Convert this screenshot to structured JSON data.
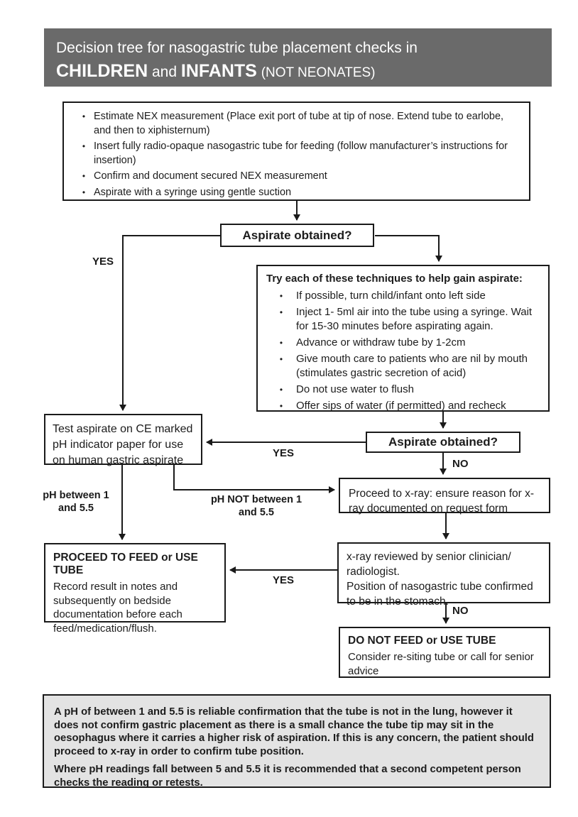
{
  "header": {
    "line1": "Decision tree for nasogastric tube placement checks in",
    "bold1": "CHILDREN",
    "mid": " and ",
    "bold2": "INFANTS",
    "suffix": "(NOT NEONATES)",
    "bg_color": "#6a6a6a",
    "text_color": "#ffffff"
  },
  "boxes": {
    "preparation": {
      "bullets": [
        "Estimate NEX measurement (Place exit port of tube at tip of nose. Extend tube to earlobe, and then to xiphisternum)",
        "Insert fully radio-opaque nasogastric tube for feeding (follow manufacturer’s instructions for insertion)",
        "Confirm and document secured NEX measurement",
        "Aspirate with a syringe using gentle suction"
      ]
    },
    "aspirate_q1": {
      "label": "Aspirate obtained?"
    },
    "techniques": {
      "title": "Try each of these techniques to help gain aspirate:",
      "bullets": [
        "If possible, turn child/infant onto left side",
        "Inject 1- 5ml air into the tube using a syringe. Wait for 15-30 minutes before aspirating again.",
        "Advance or withdraw tube by 1-2cm",
        "Give mouth care to patients who are nil by mouth (stimulates gastric secretion of acid)",
        "Do not use water to flush",
        "Offer sips of water (if permitted) and recheck"
      ]
    },
    "test_aspirate": {
      "text": "Test aspirate on CE marked pH indicator paper for use on human gastric aspirate"
    },
    "aspirate_q2": {
      "label": "Aspirate obtained?"
    },
    "proceed_xray": {
      "text": "Proceed to x-ray: ensure reason for x-ray documented on request form"
    },
    "proceed_feed": {
      "title": "PROCEED TO FEED or USE TUBE",
      "text": "Record result in notes and subsequently on bedside documentation before each feed/medication/flush."
    },
    "xray_review": {
      "line1": "x-ray reviewed by senior clinician/ radiologist.",
      "line2": "Position of nasogastric tube confirmed to be in the stomach."
    },
    "do_not_feed": {
      "title": "DO NOT FEED or USE TUBE",
      "text": "Consider re-siting tube or call for senior advice"
    }
  },
  "labels": {
    "yes1": "YES",
    "yes2": "YES",
    "yes3": "YES",
    "no1": "NO",
    "no2": "NO",
    "ph_in_range": "pH between 1 and 5.5",
    "ph_out_range": "pH NOT between 1 and 5.5"
  },
  "footnote": {
    "para1": "A pH of between 1 and 5.5 is reliable confirmation that the tube is not in the lung, however it does not confirm gastric placement as there is a small chance the tube tip may sit in the oesophagus where it carries a higher risk of aspiration. If this is any concern, the patient should proceed to x-ray in order to confirm tube position.",
    "para2": "Where pH readings fall between 5 and 5.5 it is recommended that a second competent person checks the reading or retests.",
    "bg_color": "#e3e3e3"
  },
  "colors": {
    "line": "#1a1a1a",
    "border": "#1a1a1a",
    "background": "#ffffff"
  }
}
